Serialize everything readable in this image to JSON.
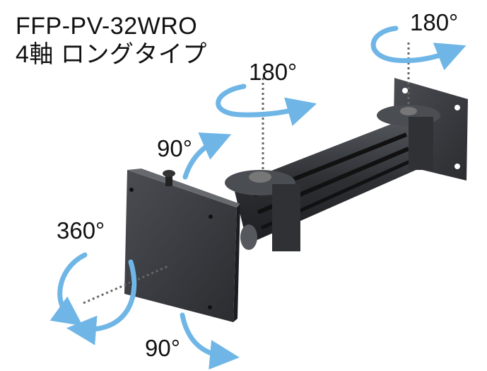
{
  "header": {
    "model": "FFP-PV-32WRO",
    "subtitle": "4軸 ロングタイプ"
  },
  "rotation_labels": {
    "top_right": "180°",
    "upper_middle": "180°",
    "tilt_up": "90°",
    "swivel": "360°",
    "tilt_down": "90°"
  },
  "colors": {
    "arrow": "#6fb6e6",
    "metal": "#3a3d42",
    "dark": "#1c1d20"
  }
}
